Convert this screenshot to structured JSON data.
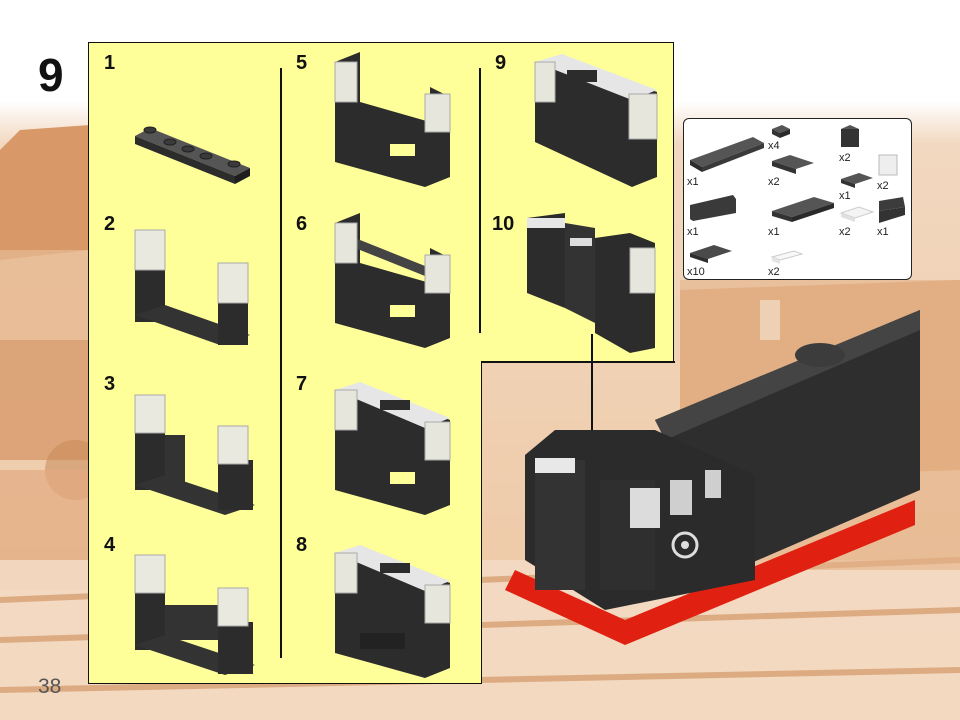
{
  "page": {
    "step_number": "9",
    "page_number": "38"
  },
  "substeps": [
    {
      "label": "1",
      "part": "plate-1x6-with-studs"
    },
    {
      "label": "2",
      "part": "u-frame-with-clear-bricks"
    },
    {
      "label": "3",
      "part": "u-frame-with-brackets"
    },
    {
      "label": "4",
      "part": "u-frame-with-technic-plate"
    },
    {
      "label": "5",
      "part": "frame-with-walls"
    },
    {
      "label": "6",
      "part": "frame-with-top-plate"
    },
    {
      "label": "7",
      "part": "frame-with-clear-top"
    },
    {
      "label": "8",
      "part": "frame-with-tile"
    },
    {
      "label": "9",
      "part": "frame-closed-front"
    },
    {
      "label": "10",
      "part": "finished-cab-front"
    }
  ],
  "parts_list": [
    {
      "name": "plate-1x6",
      "qty": "x1"
    },
    {
      "name": "plate-1x1",
      "qty": "x4"
    },
    {
      "name": "brick-1x1-with-stud-side",
      "qty": "x2"
    },
    {
      "name": "plate-2x2-corner",
      "qty": "x2"
    },
    {
      "name": "brick-1x1-clear",
      "qty": "x2"
    },
    {
      "name": "plate-1x2-jumper",
      "qty": "x1"
    },
    {
      "name": "bracket-1x4",
      "qty": "x1"
    },
    {
      "name": "plate-2x4",
      "qty": "x1"
    },
    {
      "name": "plate-1x2-clear",
      "qty": "x2"
    },
    {
      "name": "slope-panel-1x2x1",
      "qty": "x1"
    },
    {
      "name": "tile-2x2",
      "qty": "x10"
    },
    {
      "name": "tile-1x4-clear",
      "qty": "x2"
    }
  ],
  "colors": {
    "panel": "#ffff99",
    "brick_dark": "#3a3a3a",
    "brick_clear": "#e8e8e8",
    "chassis_red": "#e02010",
    "photo_sepia": "#e0a878"
  }
}
